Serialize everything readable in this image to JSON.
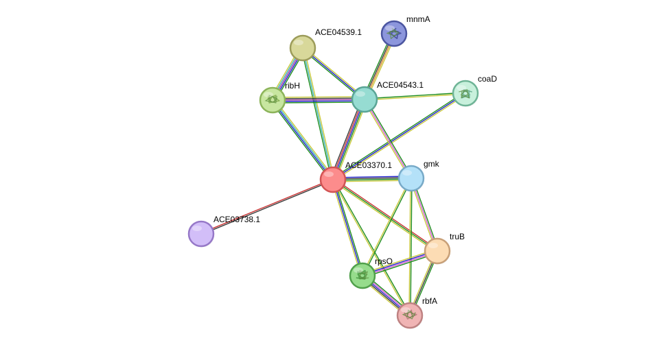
{
  "nodes": [
    {
      "id": "ACE03370.1",
      "label": "ACE03370.1",
      "fill": "#fc8c8c",
      "stroke": "#d25454",
      "icon": ""
    },
    {
      "id": "ACE04543.1",
      "label": "ACE04543.1",
      "fill": "#96dcd2",
      "stroke": "#5aa596",
      "icon": ""
    },
    {
      "id": "ACE04539.1",
      "label": "ACE04539.1",
      "fill": "#d8d89a",
      "stroke": "#9c9c5a",
      "icon": ""
    },
    {
      "id": "ribH",
      "label": "ribH",
      "fill": "#c8e6a0",
      "stroke": "#8cb45a",
      "icon": "protein-structure-icon"
    },
    {
      "id": "mnmA",
      "label": "mnmA",
      "fill": "#8c96dc",
      "stroke": "#4b55a0",
      "icon": "protein-structure-icon"
    },
    {
      "id": "coaD",
      "label": "coaD",
      "fill": "#c8f0dc",
      "stroke": "#6eb496",
      "icon": "protein-structure-icon"
    },
    {
      "id": "gmk",
      "label": "gmk",
      "fill": "#b4e1f8",
      "stroke": "#78aac8",
      "icon": ""
    },
    {
      "id": "truB",
      "label": "truB",
      "fill": "#fcdcb4",
      "stroke": "#c8a078",
      "icon": ""
    },
    {
      "id": "rpsO",
      "label": "rpsO",
      "fill": "#96dc8c",
      "stroke": "#50a04b",
      "icon": "protein-structure-icon"
    },
    {
      "id": "rbfA",
      "label": "rbfA",
      "fill": "#f0b4b4",
      "stroke": "#be8282",
      "icon": "protein-structure-icon"
    },
    {
      "id": "ACE03738.1",
      "label": "ACE03738.1",
      "fill": "#d2bef8",
      "stroke": "#9678c8",
      "icon": ""
    }
  ],
  "edges": [
    {
      "source": "ACE03370.1",
      "target": "ACE04543.1",
      "colors": [
        "#3c3c3c",
        "#c83232",
        "#1e1ec8",
        "#1e8c1e",
        "#c8c83c"
      ]
    },
    {
      "source": "ACE03370.1",
      "target": "ribH",
      "colors": [
        "#1e8c1e",
        "#1e1ec8",
        "#3cb4b4",
        "#c8c83c"
      ]
    },
    {
      "source": "ACE03370.1",
      "target": "ACE04539.1",
      "colors": [
        "#1e8c1e",
        "#3cb4b4",
        "#c8c83c"
      ]
    },
    {
      "source": "ACE03370.1",
      "target": "gmk",
      "colors": [
        "#1e1ec8",
        "#3c3c3c",
        "#1e8c1e",
        "#c8c83c"
      ]
    },
    {
      "source": "ACE03370.1",
      "target": "truB",
      "colors": [
        "#c83232",
        "#1e8c1e",
        "#c8c83c"
      ]
    },
    {
      "source": "ACE03370.1",
      "target": "rpsO",
      "colors": [
        "#1e8c1e",
        "#1e1ec8",
        "#c8c83c"
      ]
    },
    {
      "source": "ACE03370.1",
      "target": "rbfA",
      "colors": [
        "#1e8c1e",
        "#c8c83c"
      ]
    },
    {
      "source": "ACE03370.1",
      "target": "coaD",
      "colors": [
        "#1e8c1e",
        "#1e1ec8",
        "#c8c83c"
      ]
    },
    {
      "source": "ACE03370.1",
      "target": "ACE03738.1",
      "colors": [
        "#3c3c3c",
        "#c83232"
      ]
    },
    {
      "source": "ACE04543.1",
      "target": "ribH",
      "colors": [
        "#1e8c1e",
        "#1e1ec8",
        "#a03ca0",
        "#3c3c3c",
        "#c8c83c"
      ]
    },
    {
      "source": "ACE04543.1",
      "target": "ACE04539.1",
      "colors": [
        "#1e8c1e",
        "#1e1ec8",
        "#c8c83c"
      ]
    },
    {
      "source": "ACE04543.1",
      "target": "mnmA",
      "colors": [
        "#1e8c1e",
        "#3c3c3c",
        "#dc8c28",
        "#c8c83c"
      ]
    },
    {
      "source": "ACE04543.1",
      "target": "coaD",
      "colors": [
        "#1e8c1e",
        "#c8c83c"
      ]
    },
    {
      "source": "ACE04543.1",
      "target": "gmk",
      "colors": [
        "#1e8c1e",
        "#d25ad2",
        "#c8c83c"
      ]
    },
    {
      "source": "ACE04539.1",
      "target": "ribH",
      "colors": [
        "#1e8c1e",
        "#1e1ec8",
        "#a03ca0",
        "#3cb4b4",
        "#c8c83c"
      ]
    },
    {
      "source": "gmk",
      "target": "truB",
      "colors": [
        "#1e8c1e",
        "#d25ad2",
        "#c8c83c"
      ]
    },
    {
      "source": "gmk",
      "target": "rpsO",
      "colors": [
        "#1e8c1e",
        "#c8c83c"
      ]
    },
    {
      "source": "gmk",
      "target": "rbfA",
      "colors": [
        "#1e8c1e",
        "#c8c83c"
      ]
    },
    {
      "source": "truB",
      "target": "rpsO",
      "colors": [
        "#1e8c1e",
        "#d25ad2",
        "#1e1ec8",
        "#c8c83c"
      ]
    },
    {
      "source": "truB",
      "target": "rbfA",
      "colors": [
        "#1e8c1e",
        "#3c3c3c",
        "#c8c83c"
      ]
    },
    {
      "source": "rpsO",
      "target": "rbfA",
      "colors": [
        "#1e8c1e",
        "#d25ad2",
        "#1e1ec8",
        "#3c3c3c",
        "#c8c83c"
      ]
    }
  ]
}
